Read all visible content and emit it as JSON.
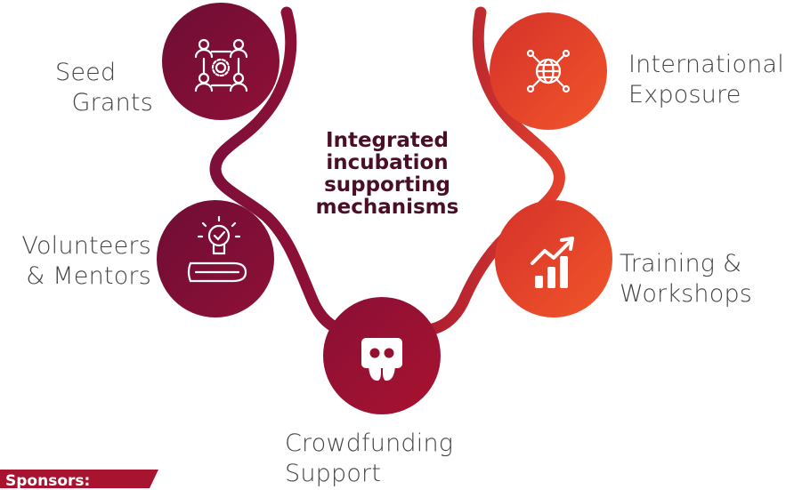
{
  "diagram": {
    "center_title": [
      "Integrated",
      "incubation",
      "supporting",
      "mechanisms"
    ],
    "nodes": [
      {
        "id": "seed-grants",
        "label_lines": [
          "Seed",
          "Grants"
        ],
        "icon": "network-people-gear-icon",
        "color": "#7e0f3a"
      },
      {
        "id": "volunteers-mentors",
        "label_lines": [
          "Volunteers",
          "& Mentors"
        ],
        "icon": "lightbulb-book-icon",
        "color": "#7e0f3a"
      },
      {
        "id": "crowdfunding-support",
        "label_lines": [
          "Crowdfunding",
          "Support"
        ],
        "icon": "slideshare-icon",
        "color": "#96112f"
      },
      {
        "id": "international-exposure",
        "label_lines": [
          "International",
          "Exposure"
        ],
        "icon": "globe-network-icon",
        "color": "#e2402d"
      },
      {
        "id": "training-workshops",
        "label_lines": [
          "Training &",
          "Workshops"
        ],
        "icon": "growth-chart-icon",
        "color": "#e2402d"
      }
    ]
  },
  "sponsors": {
    "label": "Sponsors:"
  },
  "colors": {
    "maroon": "#7e0f3a",
    "crimson": "#b3132f",
    "orange": "#ec4a2a",
    "text": "#444444"
  }
}
